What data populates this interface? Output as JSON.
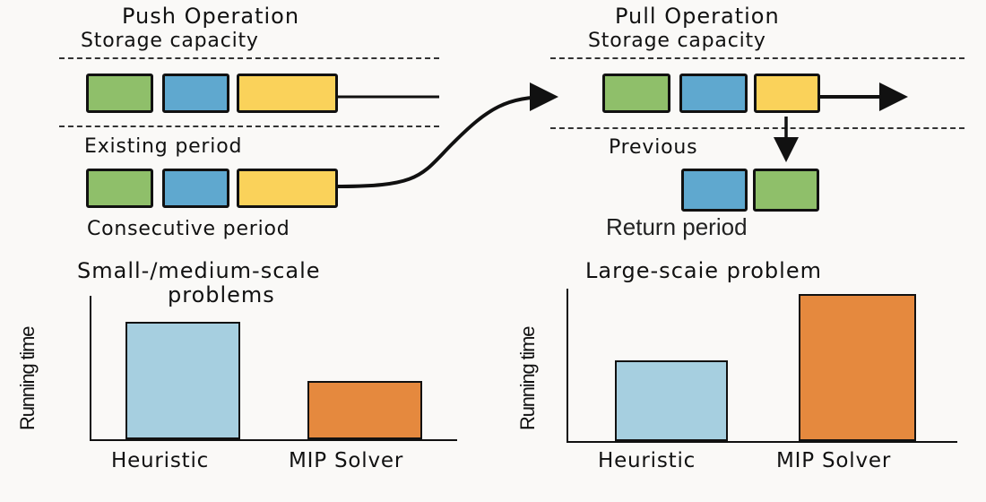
{
  "push": {
    "title": "Push Operation",
    "capacity_label": "Storage capacity",
    "existing_label": "Existing period",
    "consecutive_label": "Consecutive period"
  },
  "pull": {
    "title": "Pull Operation",
    "capacity_label": "Storage capacity",
    "previous_label": "Previous",
    "return_label": "Return period"
  },
  "colors": {
    "green": "#8fbf6a",
    "blue": "#5fa8cf",
    "yellow": "#fad25a",
    "light_blue": "#a6cfe0",
    "orange": "#e5893e"
  },
  "chart_data": [
    {
      "type": "bar",
      "title": "Small-/medium-scale problems",
      "ylabel": "Running time",
      "categories": [
        "Heuristic",
        "MIP Solver"
      ],
      "values": [
        0.87,
        0.43
      ],
      "ylim": [
        0,
        1
      ]
    },
    {
      "type": "bar",
      "title": "Large-scaie problem",
      "ylabel": "Running time",
      "categories": [
        "Heuristic",
        "MIP Solver"
      ],
      "values": [
        0.55,
        1.0
      ],
      "ylim": [
        0,
        1
      ]
    }
  ]
}
